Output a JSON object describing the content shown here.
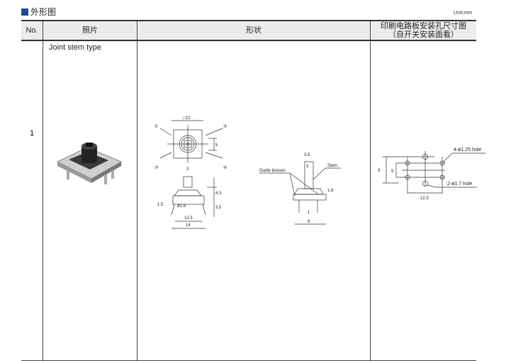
{
  "section_title": "外形图",
  "unit": "Unit:mm",
  "headers": {
    "no": "No.",
    "photo": "照片",
    "shape": "形状",
    "pcb_line1": "印刷电路板安装孔尺寸图",
    "pcb_line2": "（自开关安装面看）"
  },
  "row": {
    "no": "1",
    "photo_label": "Joint stem type"
  },
  "dims": {
    "top_size": "□12",
    "five": "5",
    "c1": "①",
    "c2": "②",
    "c3": "③",
    "c4": "④",
    "three": "3",
    "d43": "4.3",
    "d35": "3.5",
    "d15": "1.5",
    "phi": "ø1.8",
    "d125": "12.5",
    "d14": "14",
    "d38": "3.8",
    "guide": "Guide bosses",
    "stem": "Stem",
    "d18": "1.8",
    "d1": "1",
    "d9": "9"
  },
  "pcb": {
    "hole4": "4-ø1.25 hole",
    "hole2": "2-ø1.7 hole",
    "d9": "9",
    "d5": "5",
    "d125": "12.5"
  }
}
